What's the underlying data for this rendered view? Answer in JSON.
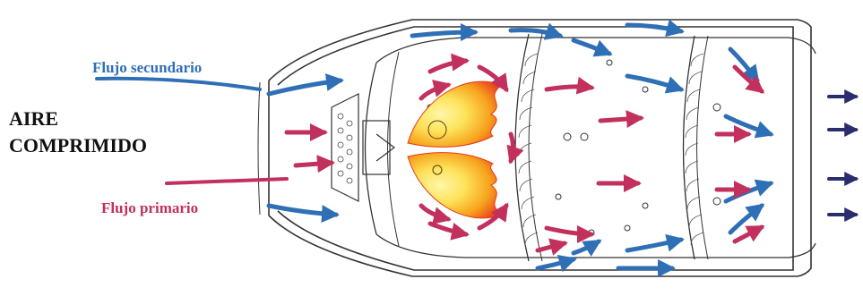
{
  "labels": {
    "main_line1": "AIRE",
    "main_line2": "COMPRIMIDO",
    "secondary": "Flujo secundario",
    "primary": "Flujo primario"
  },
  "colors": {
    "secondary_flow": "#2f6fb6",
    "primary_flow": "#c2305d",
    "exhaust": "#2b2d6e",
    "flame_outer": "#e8361b",
    "flame_mid": "#f7a21c",
    "flame_core": "#fde35a",
    "outline": "#333333"
  },
  "icons": {
    "arrow": "arrow-icon",
    "flame": "flame-icon"
  }
}
